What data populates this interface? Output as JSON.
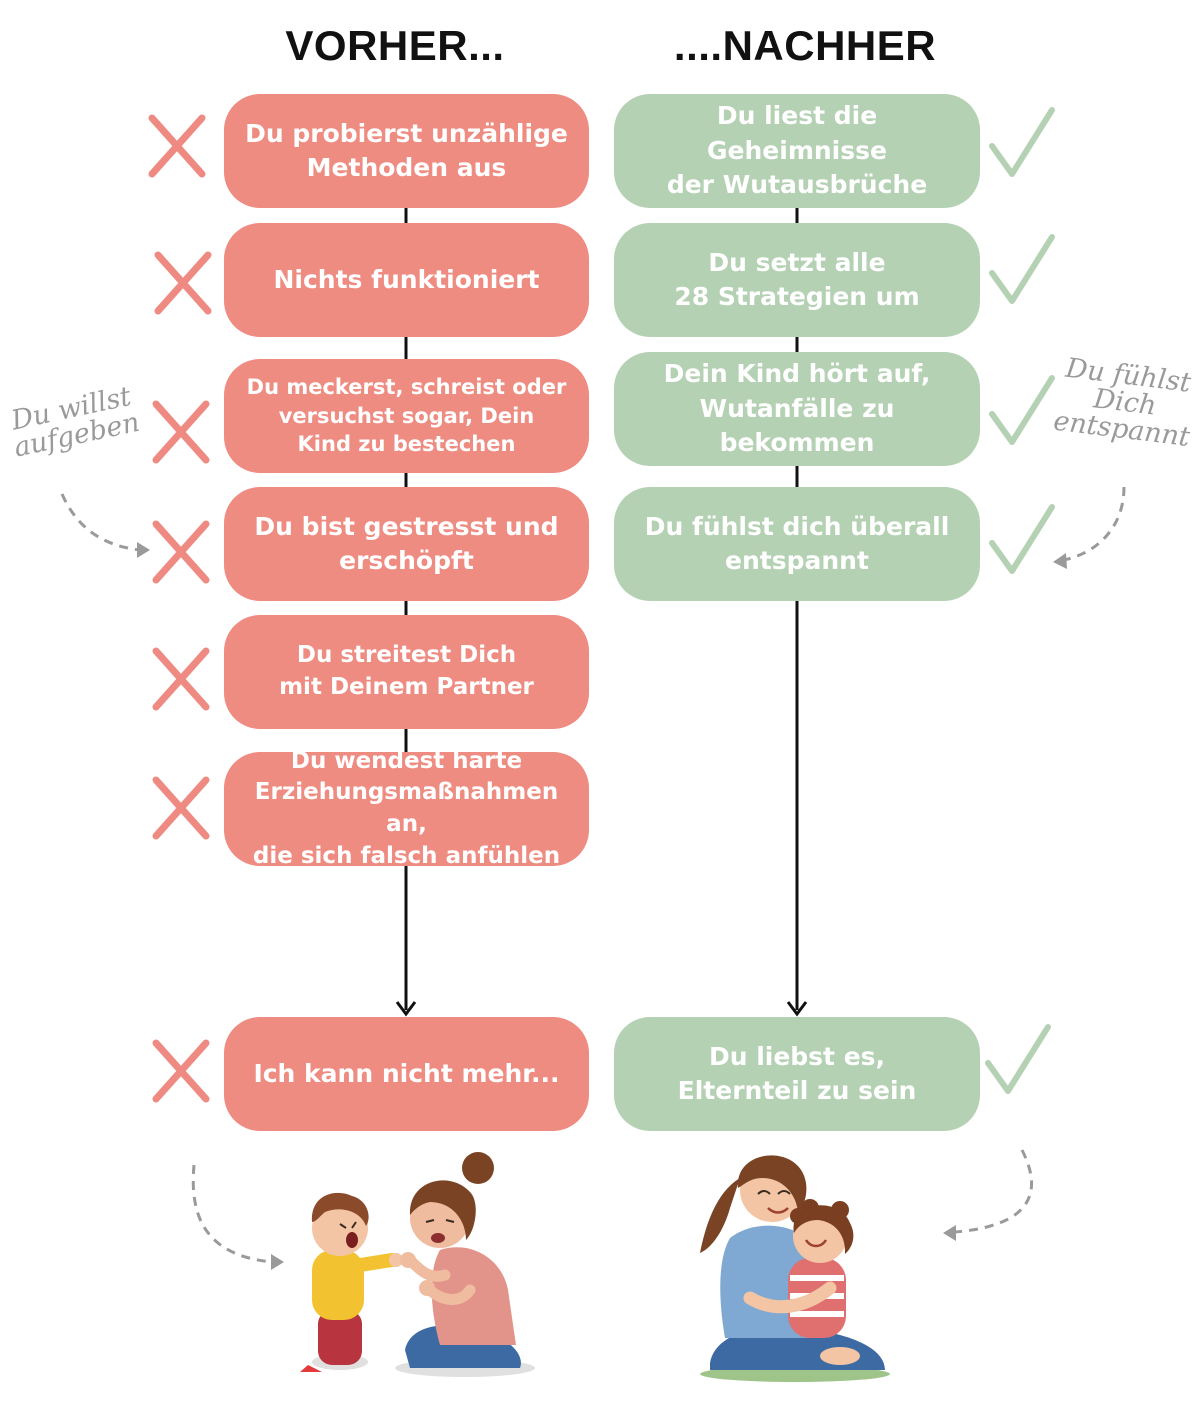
{
  "headings": {
    "before": "VORHER...",
    "after": "....NACHHER"
  },
  "colors": {
    "before": "#ef8c82",
    "after": "#b5d1b4",
    "cross": "#ee8a82",
    "check": "#b5d1b4",
    "line": "#111111",
    "annotation": "#9a9a9a"
  },
  "before_items": [
    "Du probierst unzählige\nMethoden aus",
    "Nichts funktioniert",
    "Du meckerst, schreist oder\nversuchst sogar, Dein\nKind zu bestechen",
    "Du bist gestresst und\nerschöpft",
    "Du streitest Dich\nmit Deinem Partner",
    "Du wendest harte\nErziehungsmaßnahmen an,\ndie sich falsch anfühlen"
  ],
  "before_final": "Ich kann nicht mehr...",
  "after_items": [
    "Du liest die Geheimnisse\nder Wutausbrüche",
    "Du setzt alle\n28 Strategien um",
    "Dein Kind hört auf,\nWutanfälle zu bekommen",
    "Du fühlst dich überall\nentspannt"
  ],
  "after_final": "Du liebst es,\nElternteil zu sein",
  "annotations": {
    "left": "Du willst\naufgeben",
    "right": "Du fühlst\nDich\nentspannt"
  },
  "icons": {
    "mark_before": "cross-icon",
    "mark_after": "checkmark-icon",
    "illustration_before": "stressed-mother-and-crying-child",
    "illustration_after": "happy-mother-hugging-child"
  }
}
